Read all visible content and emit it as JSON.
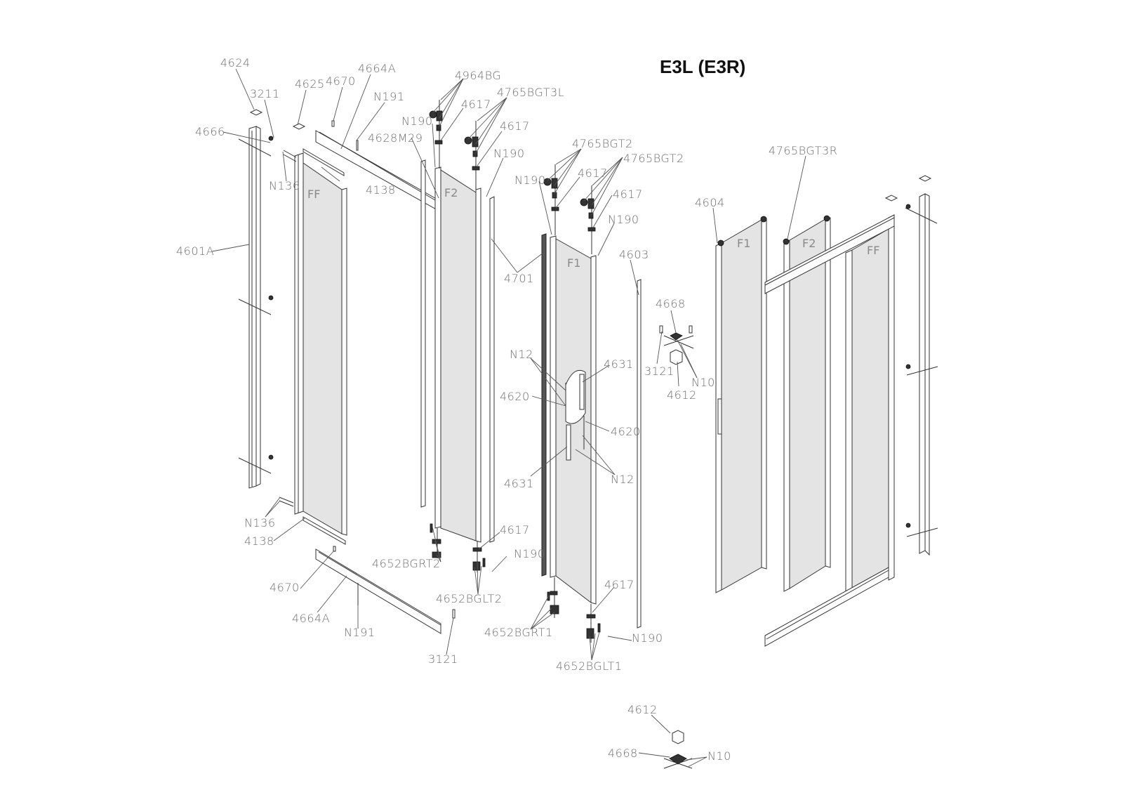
{
  "title": "E3L (E3R)",
  "panel_labels": {
    "ff_left": "FF",
    "f2_left": "F2",
    "f1_center": "F1",
    "f1_right": "F1",
    "f2_right": "F2",
    "ff_right": "FF"
  },
  "callouts": [
    {
      "id": "c4624",
      "text": "4624"
    },
    {
      "id": "c3211",
      "text": "3211"
    },
    {
      "id": "c4625",
      "text": "4625"
    },
    {
      "id": "c4670_top",
      "text": "4670"
    },
    {
      "id": "c4664A_top",
      "text": "4664A"
    },
    {
      "id": "cN191_top",
      "text": "N191"
    },
    {
      "id": "c4666",
      "text": "4666"
    },
    {
      "id": "c4628M29",
      "text": "4628M29"
    },
    {
      "id": "cN136_top",
      "text": "N136"
    },
    {
      "id": "c4138_top",
      "text": "4138"
    },
    {
      "id": "c4601A",
      "text": "4601A"
    },
    {
      "id": "c4964BG",
      "text": "4964BG"
    },
    {
      "id": "cN190_a",
      "text": "N190"
    },
    {
      "id": "c4617_a",
      "text": "4617"
    },
    {
      "id": "c4765BGT3L",
      "text": "4765BGT3L"
    },
    {
      "id": "c4617_b",
      "text": "4617"
    },
    {
      "id": "cN190_b",
      "text": "N190"
    },
    {
      "id": "c4765BGT2_a",
      "text": "4765BGT2"
    },
    {
      "id": "c4765BGT2_b",
      "text": "4765BGT2"
    },
    {
      "id": "cN190_c",
      "text": "N190"
    },
    {
      "id": "c4617_c",
      "text": "4617"
    },
    {
      "id": "c4617_d",
      "text": "4617"
    },
    {
      "id": "cN190_d",
      "text": "N190"
    },
    {
      "id": "c4701",
      "text": "4701"
    },
    {
      "id": "c4603",
      "text": "4603"
    },
    {
      "id": "c4604",
      "text": "4604"
    },
    {
      "id": "c4765BGT3R",
      "text": "4765BGT3R"
    },
    {
      "id": "c4668_mid",
      "text": "4668"
    },
    {
      "id": "c3121_mid",
      "text": "3121"
    },
    {
      "id": "cN10_mid",
      "text": "N10"
    },
    {
      "id": "c4612_mid",
      "text": "4612"
    },
    {
      "id": "cN12_top",
      "text": "N12"
    },
    {
      "id": "c4631_top",
      "text": "4631"
    },
    {
      "id": "c4620_left",
      "text": "4620"
    },
    {
      "id": "c4620_right",
      "text": "4620"
    },
    {
      "id": "c4631_bottom",
      "text": "4631"
    },
    {
      "id": "cN12_bottom",
      "text": "N12"
    },
    {
      "id": "cN136_bottom",
      "text": "N136"
    },
    {
      "id": "c4138_bottom",
      "text": "4138"
    },
    {
      "id": "c4617_e",
      "text": "4617"
    },
    {
      "id": "c4652BGRT2",
      "text": "4652BGRT2"
    },
    {
      "id": "cN190_e",
      "text": "N190"
    },
    {
      "id": "c4670_bottom",
      "text": "4670"
    },
    {
      "id": "c4664A_bottom",
      "text": "4664A"
    },
    {
      "id": "c4652BGLT2",
      "text": "4652BGLT2"
    },
    {
      "id": "cN191_bottom",
      "text": "N191"
    },
    {
      "id": "c4617_f",
      "text": "4617"
    },
    {
      "id": "c4652BGRT1",
      "text": "4652BGRT1"
    },
    {
      "id": "cN190_f",
      "text": "N190"
    },
    {
      "id": "c3121_bottom",
      "text": "3121"
    },
    {
      "id": "c4652BGLT1",
      "text": "4652BGLT1"
    },
    {
      "id": "c4612_bottom",
      "text": "4612"
    },
    {
      "id": "c4668_bottom",
      "text": "4668"
    },
    {
      "id": "cN10_bottom",
      "text": "N10"
    }
  ]
}
